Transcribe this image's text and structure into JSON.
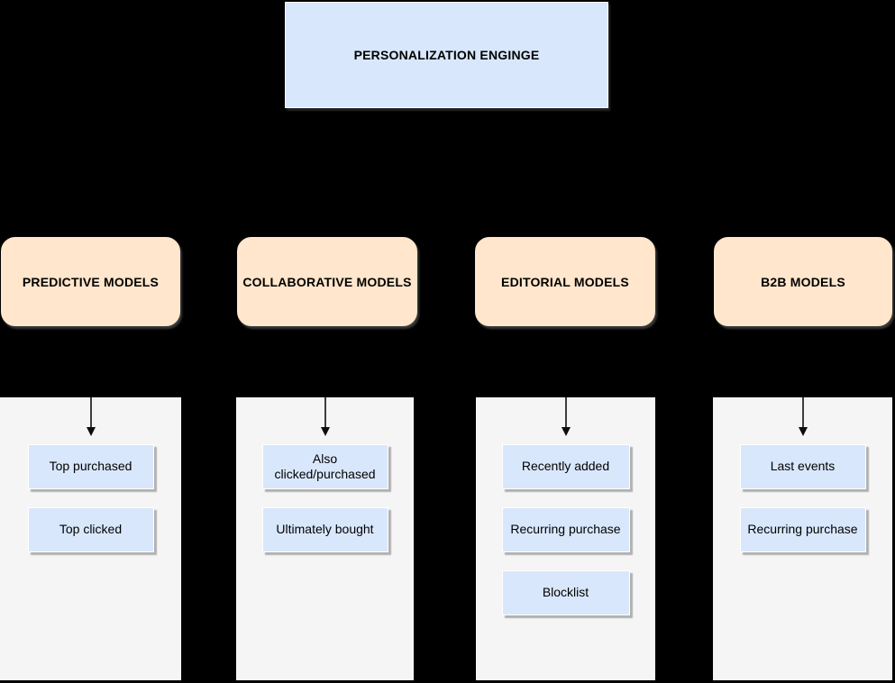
{
  "diagram": {
    "root": {
      "label": "PERSONALIZATION ENGINGE"
    },
    "categories": [
      {
        "label": "PREDICTIVE MODELS",
        "items": [
          "Top purchased",
          "Top clicked"
        ]
      },
      {
        "label": "COLLABORATIVE MODELS",
        "items": [
          "Also clicked/purchased",
          "Ultimately bought"
        ]
      },
      {
        "label": "EDITORIAL MODELS",
        "items": [
          "Recently added",
          "Recurring purchase",
          "Blocklist"
        ]
      },
      {
        "label": "B2B MODELS",
        "items": [
          "Last events",
          "Recurring purchase"
        ]
      }
    ],
    "colors": {
      "background": "#000000",
      "root_fill": "#d9e7fc",
      "category_fill": "#ffe6cc",
      "panel_fill": "#f5f5f5",
      "item_fill": "#d9e7fc",
      "arrow": "#0d0d0d",
      "text": "#000000"
    }
  }
}
